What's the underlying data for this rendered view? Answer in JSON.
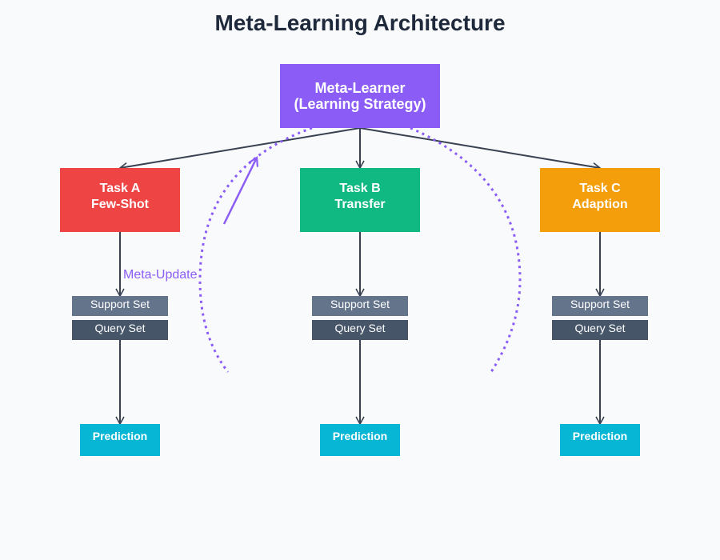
{
  "title": "Meta-Learning Architecture",
  "colors": {
    "background": "#f8fafc",
    "title": "#1e293b",
    "meta_learner": "#8b5cf6",
    "task_a": "#ef4444",
    "task_b": "#10b981",
    "task_c": "#f59e0b",
    "support_set": "#64748b",
    "query_set": "#475569",
    "prediction": "#06b6d4",
    "edge": "#374151",
    "meta_update": "#8b5cf6"
  },
  "meta_learner": {
    "line1": "Meta-Learner",
    "line2": "(Learning Strategy)"
  },
  "tasks": [
    {
      "id": "a",
      "line1": "Task A",
      "line2": "Few-Shot",
      "support": "Support Set",
      "query": "Query Set",
      "prediction": "Prediction"
    },
    {
      "id": "b",
      "line1": "Task B",
      "line2": "Transfer",
      "support": "Support Set",
      "query": "Query Set",
      "prediction": "Prediction"
    },
    {
      "id": "c",
      "line1": "Task C",
      "line2": "Adaption",
      "support": "Support Set",
      "query": "Query Set",
      "prediction": "Prediction"
    }
  ],
  "meta_update_label": "Meta-Update"
}
